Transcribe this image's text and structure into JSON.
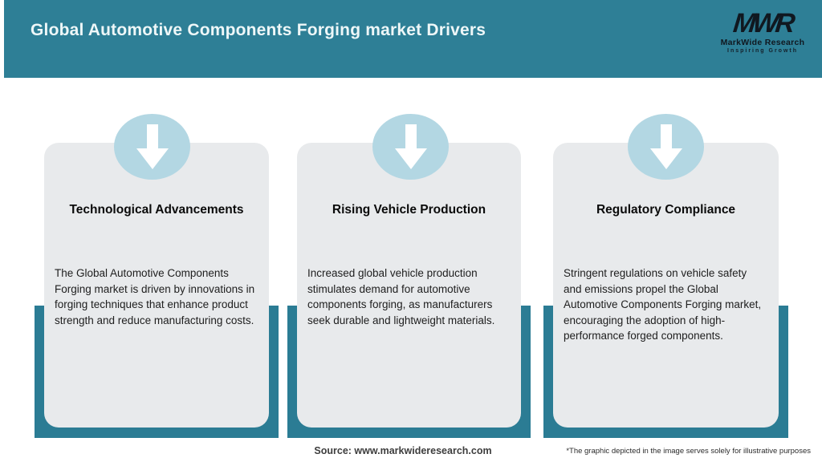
{
  "header": {
    "title": "Global Automotive Components Forging market Drivers"
  },
  "logo": {
    "monogram": "MWR",
    "name": "MarkWide Research",
    "tagline": "Inspiring Growth"
  },
  "cards": [
    {
      "title": "Technological Advancements",
      "body": "The Global Automotive Components Forging market is driven by innovations in forging techniques that enhance product strength and reduce manufacturing costs.",
      "icon": "down-arrow-icon"
    },
    {
      "title": "Rising Vehicle Production",
      "body": "Increased global vehicle production stimulates demand for automotive components forging, as manufacturers seek durable and lightweight materials.",
      "icon": "down-arrow-icon"
    },
    {
      "title": "Regulatory Compliance",
      "body": "Stringent regulations on vehicle safety and emissions propel the Global Automotive Components Forging market, encouraging the adoption of high-performance forged components.",
      "icon": "down-arrow-icon"
    }
  ],
  "footer": {
    "source": "Source: www.markwideresearch.com",
    "disclaimer": "*The graphic depicted in the image serves solely for illustrative purposes"
  },
  "colors": {
    "header_teal": "#2e7f96",
    "backdrop_teal": "#2b7c94",
    "circle_blue": "#b3d7e3",
    "card_gray": "#e8eaec",
    "title_text": "#eef7f8",
    "body_text": "#202020"
  }
}
